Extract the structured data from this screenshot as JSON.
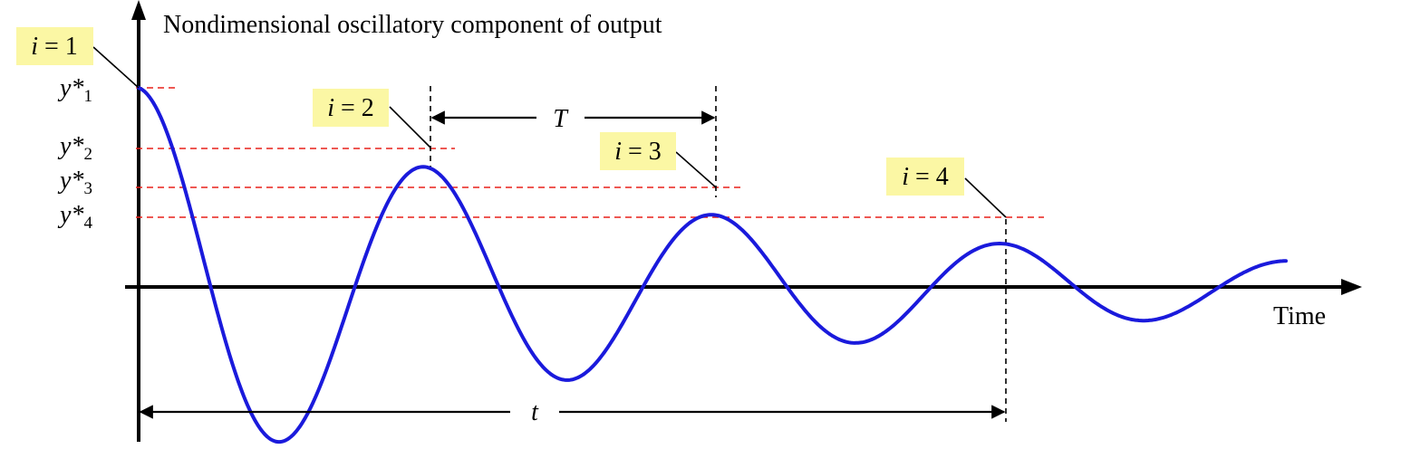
{
  "title": "Nondimensional oscillatory component of output",
  "x_axis_label": "Time",
  "period_label": "T",
  "time_span_label": "t",
  "peak_labels": [
    {
      "symbol": "i",
      "equals": " = ",
      "value": "1"
    },
    {
      "symbol": "i",
      "equals": " = ",
      "value": "2"
    },
    {
      "symbol": "i",
      "equals": " = ",
      "value": "3"
    },
    {
      "symbol": "i",
      "equals": " = ",
      "value": "4"
    }
  ],
  "amplitude_labels": [
    {
      "symbol": "y*",
      "subscript": "1"
    },
    {
      "symbol": "y*",
      "subscript": "2"
    },
    {
      "symbol": "y*",
      "subscript": "3"
    },
    {
      "symbol": "y*",
      "subscript": "4"
    }
  ],
  "colors": {
    "curve": "#1a1adc",
    "reference_lines": "#e8201a",
    "label_highlight": "#fbf7a4",
    "axes": "#000000"
  }
}
